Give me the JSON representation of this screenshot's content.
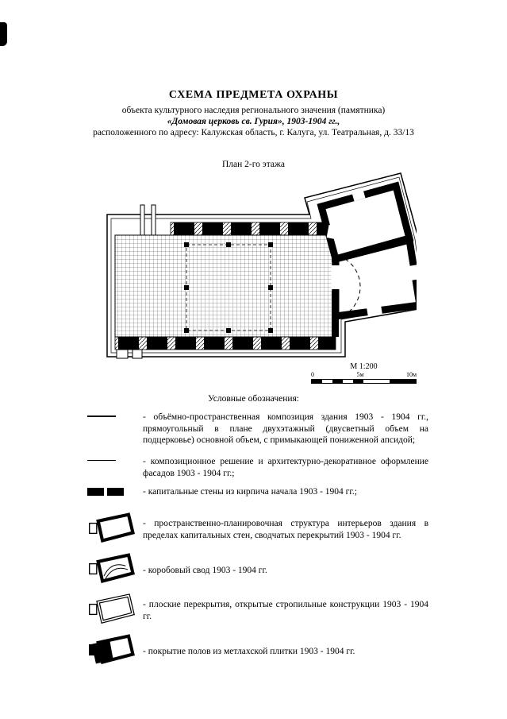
{
  "page": {
    "title": "СХЕМА ПРЕДМЕТА ОХРАНЫ",
    "subtitle_lines": [
      "объекта культурного наследия регионального значения (памятника)",
      "«Домовая церковь св. Гурия», 1903-1904 гг.,",
      "расположенного по адресу: Калужская область, г. Калуга, ул. Театральная, д. 33/13"
    ],
    "plan_caption": "План 2-го этажа",
    "scale": {
      "label": "М 1:200",
      "ticks": [
        "0",
        "5м",
        "10м"
      ]
    },
    "legend": {
      "heading": "Условные обозначения:",
      "items": [
        {
          "symbol": "thick-outline-line",
          "text": "- объёмно-пространственная композиция здания 1903 - 1904 гг., прямоугольный в плане двухэтажный (двусветный объем на подцерковье) основной объем, с примыкающей пониженной апсидой;"
        },
        {
          "symbol": "thin-line",
          "text": "- композиционное решение и архитектурно-декоративное оформление фасадов 1903 - 1904 гг.;"
        },
        {
          "symbol": "capital-wall-block",
          "text": "- капитальные стены из кирпича начала 1903 - 1904 гг.;"
        },
        {
          "symbol": "plan-icon-interior",
          "text": "- пространственно-планировочная структура интерьеров здания в пределах капитальных стен, сводчатых перекрытий 1903 - 1904 гг."
        },
        {
          "symbol": "plan-icon-vault",
          "text": "- коробовый свод 1903 - 1904 гг."
        },
        {
          "symbol": "plan-icon-flat",
          "text": "- плоские перекрытия, открытые стропильные конструкции 1903 - 1904 гг."
        },
        {
          "symbol": "plan-icon-floor",
          "text": "- покрытие полов из метлахской плитки 1903 - 1904 гг."
        }
      ]
    },
    "colors": {
      "ink": "#000000",
      "paper": "#ffffff"
    }
  }
}
